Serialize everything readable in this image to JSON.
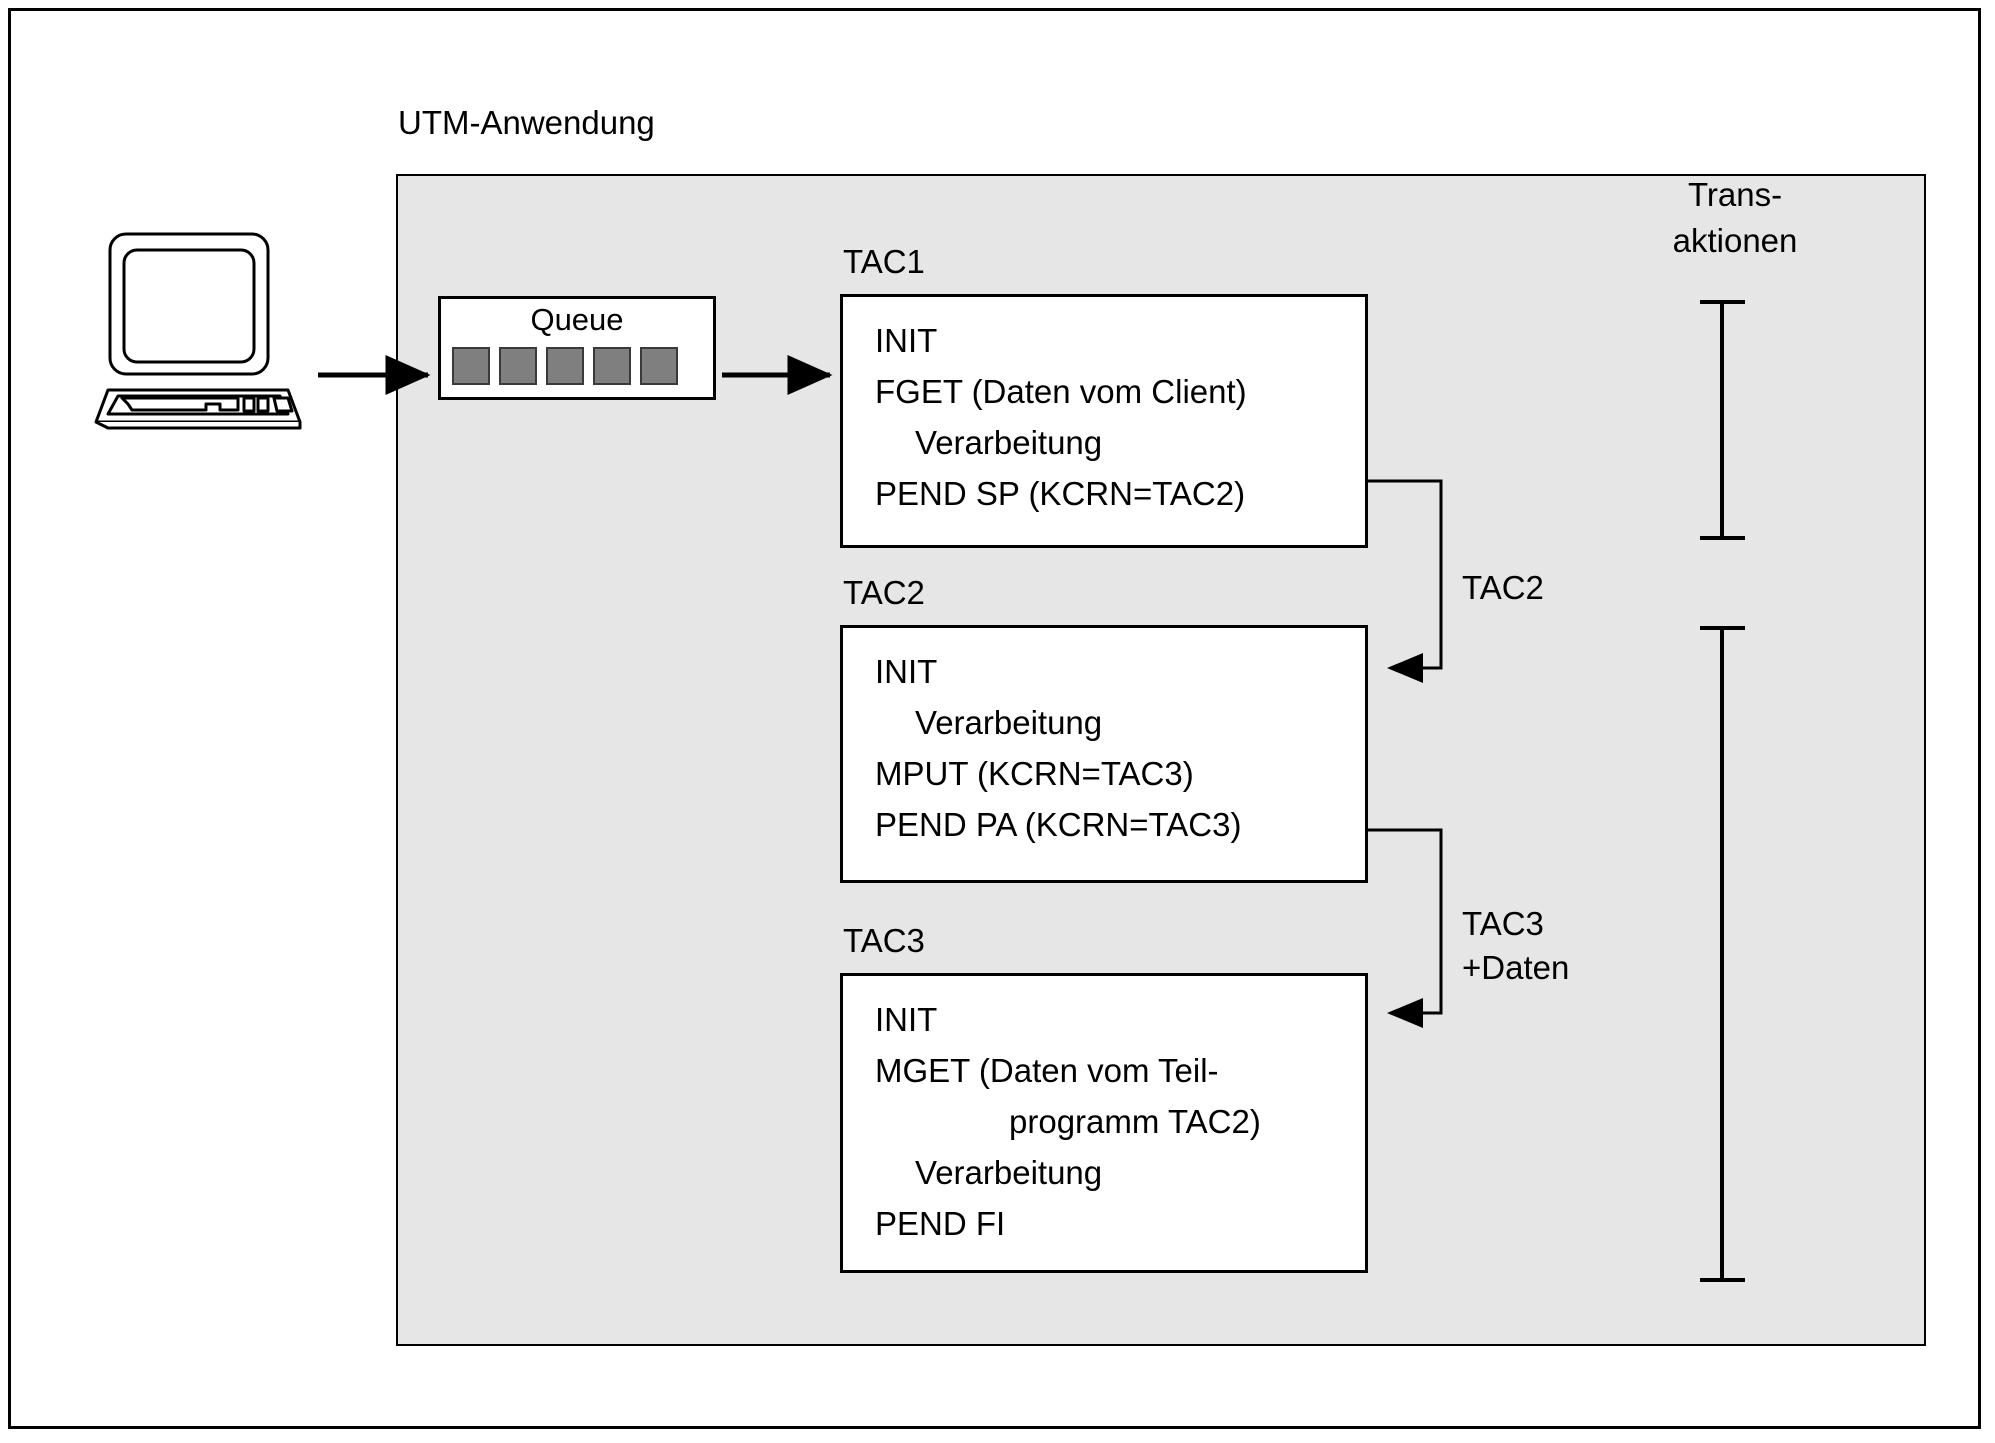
{
  "diagram": {
    "panel_caption": "UTM-Anwendung",
    "background_color": "#e6e6e6",
    "line_color": "#000000",
    "queue_cell_color": "#7f7f7f"
  },
  "client": {
    "icon": "desktop-computer-icon"
  },
  "queue": {
    "label": "Queue",
    "cell_count": 5
  },
  "tac1": {
    "caption": "TAC1",
    "lines": [
      {
        "text": "INIT",
        "indent": 0
      },
      {
        "text": "FGET (Daten vom Client)",
        "indent": 0
      },
      {
        "text": "Verarbeitung",
        "indent": 1
      },
      {
        "text": "PEND SP (KCRN=TAC2)",
        "indent": 0
      }
    ]
  },
  "tac2": {
    "caption": "TAC2",
    "lines": [
      {
        "text": "INIT",
        "indent": 0
      },
      {
        "text": "Verarbeitung",
        "indent": 1
      },
      {
        "text": "MPUT (KCRN=TAC3)",
        "indent": 0
      },
      {
        "text": "PEND PA (KCRN=TAC3)",
        "indent": 0
      }
    ]
  },
  "tac3": {
    "caption": "TAC3",
    "lines": [
      {
        "text": "INIT",
        "indent": 0
      },
      {
        "text": "MGET (Daten vom Teil-",
        "indent": 0
      },
      {
        "text": "programm TAC2)",
        "indent": 2
      },
      {
        "text": "Verarbeitung",
        "indent": 1
      },
      {
        "text": "PEND FI",
        "indent": 0
      }
    ]
  },
  "flow_labels": {
    "tac2_arrow": "TAC2",
    "tac3_arrow_line1": "TAC3",
    "tac3_arrow_line2": "+Daten"
  },
  "transactions": {
    "label_line1": "Trans-",
    "label_line2": "aktionen",
    "brackets": 2
  }
}
